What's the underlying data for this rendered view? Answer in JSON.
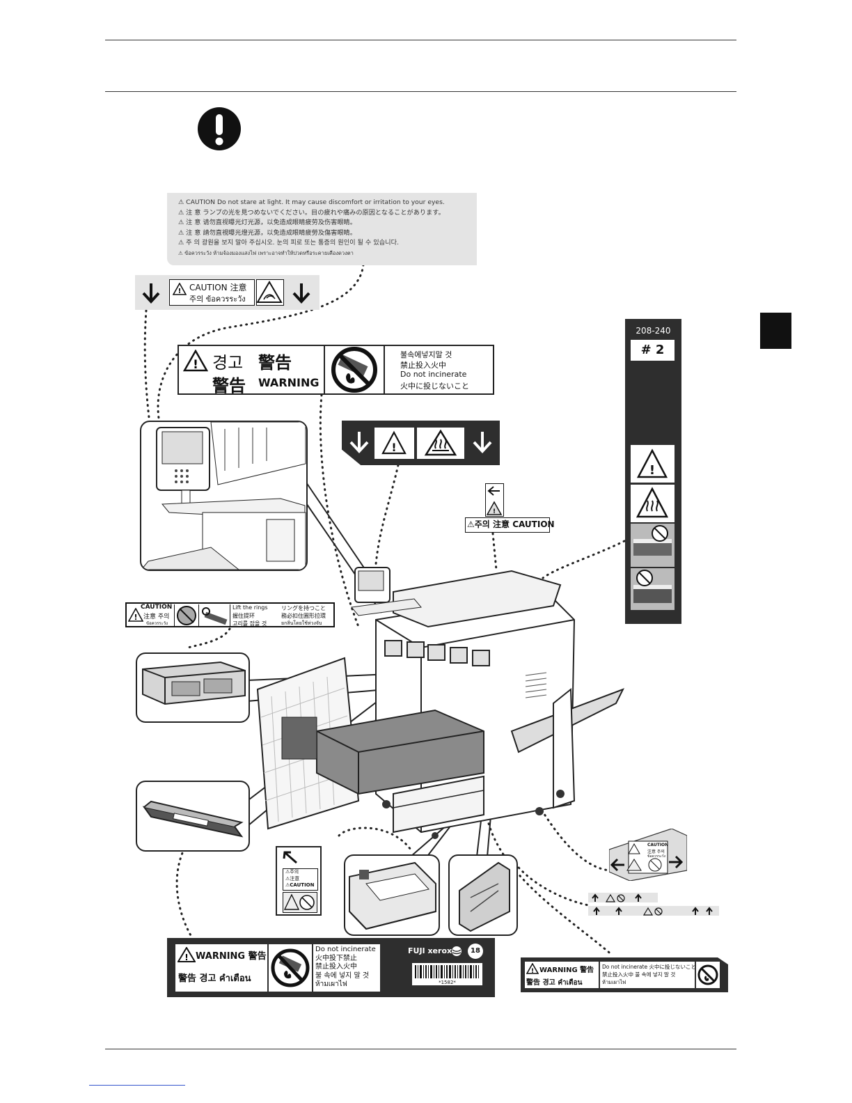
{
  "labels": {
    "lamp_caution": {
      "lines": [
        "CAUTION  Do not stare at light. It may cause discomfort or irritation to your eyes.",
        "注 意  ランプの光を見つめないでください。目の疲れや痛みの原因となることがあります。",
        "注 意  请勿直视曝光灯光源，以免造成眼睛疲劳及伤害眼睛。",
        "注 意  請勿直視曝光燈光源，以免造成眼睛疲勞及傷害眼睛。",
        "주 의  광원을 보지 말아 주십시오. 눈의 피로 또는 통증의 원인이 될 수 있습니다.",
        "ข้อควรระวัง  ห้ามจ้องมองแสงไฟ เพราะอาจทำให้ปวดหรือระคายเคืองดวงตา"
      ]
    },
    "pinch_caution": {
      "line1": "CAUTION 注意",
      "line2": "주의 ข้อควรระวัง"
    },
    "incinerate_warning_top": {
      "ko": "경고",
      "zh": "警告",
      "zh2": "警告",
      "en": "WARNING",
      "text_lines": [
        "불속에넣지말 것",
        "禁止投入火中",
        "Do not incinerate",
        "火中に投じないこと"
      ]
    },
    "caution_small": {
      "text": "주의 注意 CAUTION"
    },
    "right_strip": {
      "model": "208-240",
      "number": "# 2"
    },
    "rings_label": {
      "caution": "CAUTION",
      "caution2": "注意 주의",
      "caution3": "ข้อควรระวัง",
      "col1": [
        "Lift the rings",
        "握住提环",
        "고리를 잡을 것"
      ],
      "col2": [
        "リングを持つこと",
        "務必扣住圓形拉環",
        "ยกสิ่นโดยใช้ห่วงจับ"
      ]
    },
    "tray_label": {
      "lines": [
        "주의",
        "注意",
        "CAUTION"
      ]
    },
    "side_label": {
      "caution": "CAUTION",
      "lines": [
        "注意 주의",
        "ข้อควรระวัง"
      ]
    },
    "bottom_warning_large": {
      "title1": "WARNING 警告",
      "title2": "警告 경고 คำเตือน",
      "text_lines": [
        "Do not incinerate",
        "火中投下禁止",
        "禁止投入火中",
        "불 속에 넣지 말 것",
        "ห้ามเผาไฟ"
      ],
      "brand": "FUJI xerox",
      "barcode": "*1582*",
      "recycle_num": "18"
    },
    "bottom_warning_small": {
      "title1": "WARNING 警告",
      "title2": "警告 경고 คำเตือน",
      "text_lines": [
        "Do not incinerate  火中に投じないこと",
        "禁止投入火中  불 속에 넣지 말 것",
        "ห้ามเผาไฟ"
      ]
    }
  },
  "icons": {
    "mandatory": "exclamation-mandatory-icon",
    "warning": "warning-triangle-icon",
    "hot": "hot-surface-icon",
    "no_fire": "no-incineration-icon",
    "arrow_down": "arrow-down-icon",
    "arrow_left": "arrow-left-icon",
    "arrow_right": "arrow-right-icon",
    "arrow_up": "arrow-up-icon"
  },
  "colors": {
    "dark_panel": "#2e2e2e",
    "label_grey": "#e4e4e4",
    "tab_black": "#111111"
  }
}
